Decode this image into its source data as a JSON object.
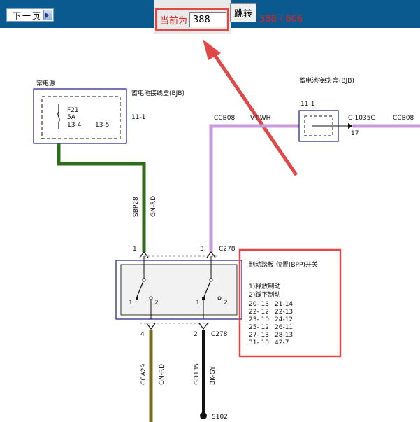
{
  "toolbar": {
    "next_page_label": "下一页",
    "current_label": "当前为",
    "page_input_value": "388",
    "jump_label": "跳转",
    "page_count": "388 / 606"
  },
  "colors": {
    "toolbar_bg": "#0b5a8f",
    "highlight_red": "#e04848",
    "wire_green": "#2d6e1a",
    "wire_violet": "#c79ad9",
    "wire_brown": "#7a6a21",
    "box_border": "#1a1a7e"
  },
  "diagram": {
    "power_source_label": "常电源",
    "bjb_label_left": "蓄电池接线盒(BJB)",
    "fuse_name": "F21",
    "fuse_rating": "5A",
    "fuse_pin_a": "13-4",
    "fuse_pin_b": "13-5",
    "left_box_ref": "11-1",
    "bjb_label_right": "蓄电池接线 盒(BJB)",
    "right_box_ref": "11-1",
    "wire_ccb08_left": "CCB08",
    "wire_vtwh": "VT-WH",
    "connector_c1035c": "C-1035C",
    "wire_ccb08_right": "CCB08",
    "pin_17": "17",
    "wire_sbp28": "SBP28",
    "wire_gnrd_top": "GN-RD",
    "pin_1_top": "1",
    "pin_3_top": "3",
    "conn_c278_top": "C278",
    "switch_title": "制动踏板 位置(BPP)开关",
    "sw1_pin_left": "1",
    "sw1_pin_right": "2",
    "sw2_pin_left": "1",
    "sw2_pin_right": "2",
    "pin_4_bottom": "4",
    "pin_2_bottom": "2",
    "conn_c278_bottom": "C278",
    "legend_1": "1)释放制动",
    "legend_2": "2)踩下制动",
    "pin_table": [
      [
        "20- 13",
        "21-14"
      ],
      [
        "22- 12",
        "22-13"
      ],
      [
        "23- 10",
        "24-12"
      ],
      [
        "25- 12",
        "26-11"
      ],
      [
        "27- 13",
        "28-13"
      ],
      [
        "31- 10",
        "42-7"
      ]
    ],
    "wire_cca29": "CCA29",
    "wire_gnrd_bottom": "GN-RD",
    "wire_gd135": "GD135",
    "wire_bkgy": "BK-GY",
    "splice_s102": "S102"
  }
}
